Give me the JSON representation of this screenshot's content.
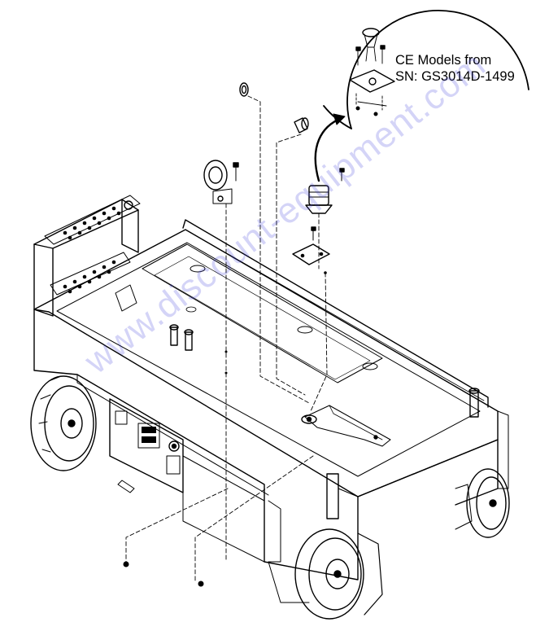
{
  "callout": {
    "line1": "CE Models from",
    "line2": "SN: GS3014D-1499"
  },
  "watermark": "www.discount-equipment.com",
  "colors": {
    "line": "#000000",
    "watermark": "#3c3cdc"
  }
}
